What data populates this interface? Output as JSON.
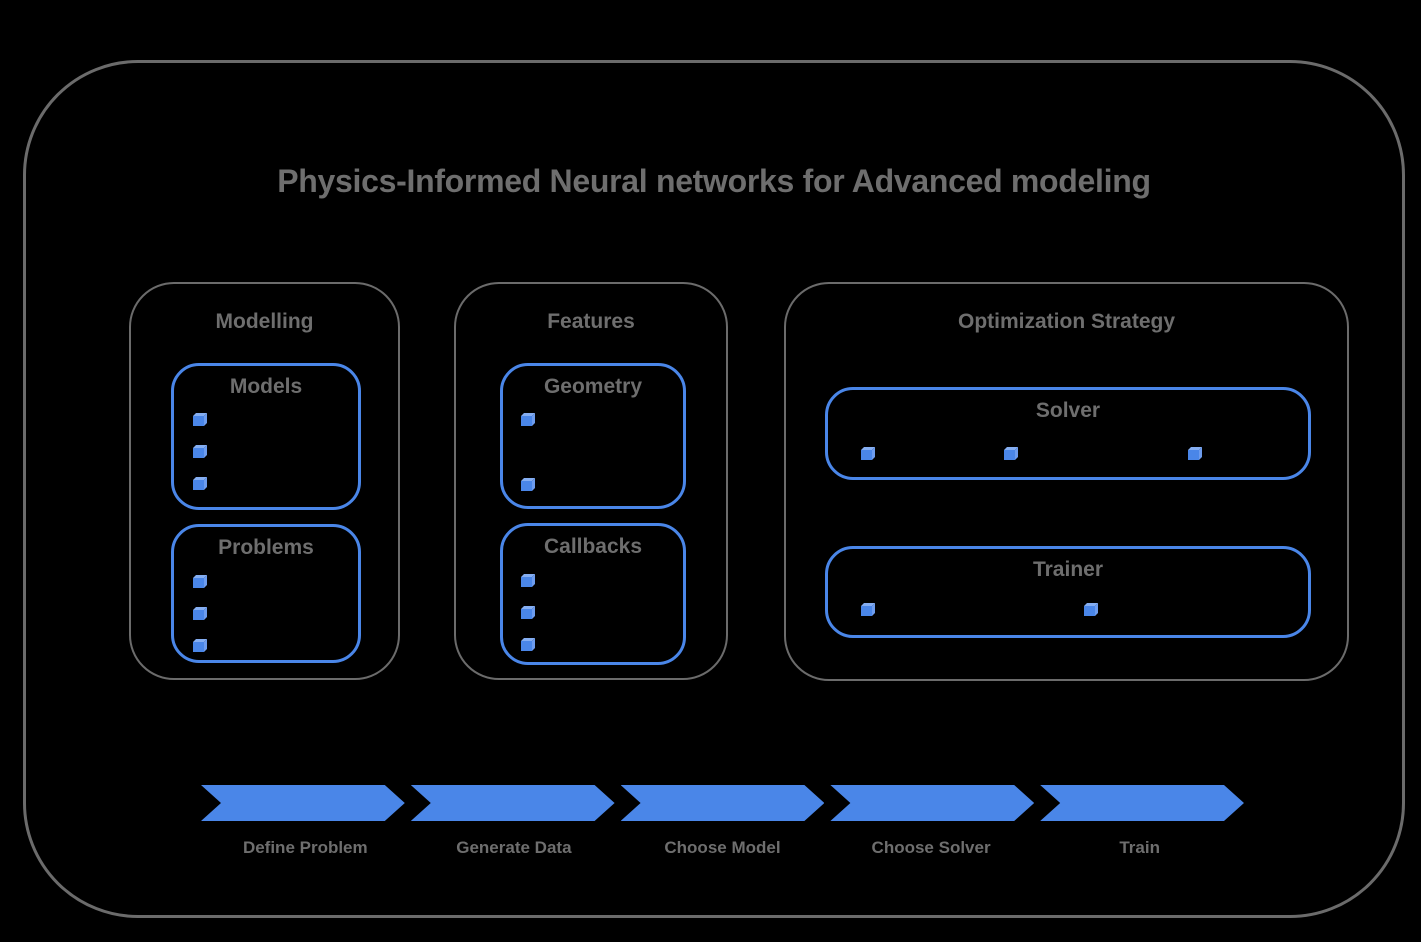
{
  "title": "Physics-Informed Neural networks for Advanced modeling",
  "colors": {
    "background": "#000000",
    "accent_blue": "#4a86e8",
    "cube_front": "#4a86e8",
    "cube_top": "#85aef2",
    "cube_side": "#6d9cee",
    "border_gray": "#6b6b6b",
    "text_gray": "#6e6e6e"
  },
  "sections": [
    {
      "label": "Modelling",
      "groups": [
        {
          "label": "Models",
          "bullets": 3
        },
        {
          "label": "Problems",
          "bullets": 3
        }
      ]
    },
    {
      "label": "Features",
      "groups": [
        {
          "label": "Geometry",
          "bullets": 2
        },
        {
          "label": "Callbacks",
          "bullets": 3
        }
      ]
    },
    {
      "label": "Optimization Strategy",
      "groups": [
        {
          "label": "Solver",
          "bullets": 3
        },
        {
          "label": "Trainer",
          "bullets": 2
        }
      ]
    }
  ],
  "flow": {
    "steps": [
      "Define Problem",
      "Generate Data",
      "Choose Model",
      "Choose Solver",
      "Train"
    ]
  }
}
